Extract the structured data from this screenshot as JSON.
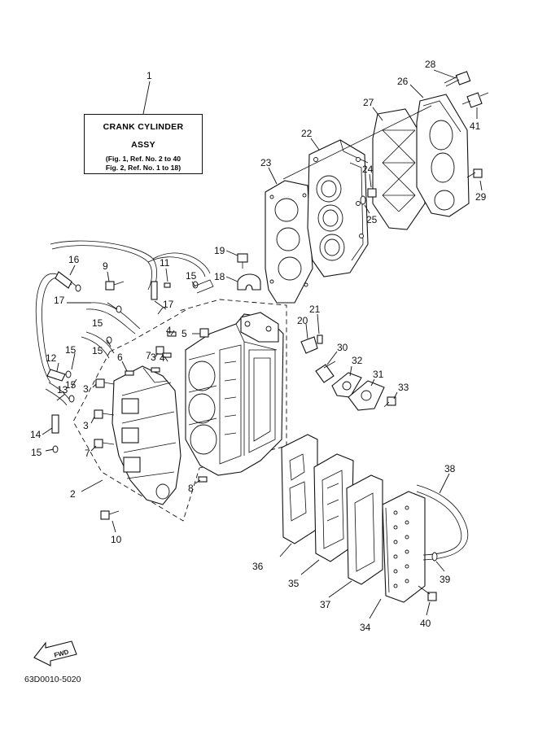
{
  "label_box": {
    "title_line1": "CRANK CYLINDER",
    "title_line2": "ASSY",
    "ref_line1": "(Fig. 1, Ref. No. 2 to 40",
    "ref_line2": "Fig. 2, Ref. No. 1 to 18)"
  },
  "diagram_code": "63D0010-5020",
  "fwd_label": "FWD",
  "callouts": {
    "c1": "1",
    "c2": "2",
    "c3a": "3",
    "c3b": "3",
    "c3c": "3",
    "c4a": "4",
    "c4b": "4",
    "c5": "5",
    "c6": "6",
    "c7a": "7",
    "c7b": "7",
    "c8": "8",
    "c9": "9",
    "c10": "10",
    "c11": "11",
    "c12": "12",
    "c13": "13",
    "c14": "14",
    "c15a": "15",
    "c15b": "15",
    "c15c": "15",
    "c15d": "15",
    "c15e": "15",
    "c15f": "15",
    "c16": "16",
    "c17a": "17",
    "c17b": "17",
    "c18": "18",
    "c19": "19",
    "c20": "20",
    "c21": "21",
    "c22": "22",
    "c23": "23",
    "c24": "24",
    "c25": "25",
    "c26": "26",
    "c27": "27",
    "c28": "28",
    "c29": "29",
    "c30": "30",
    "c31": "31",
    "c32": "32",
    "c33": "33",
    "c34": "34",
    "c35": "35",
    "c36": "36",
    "c37": "37",
    "c38": "38",
    "c39": "39",
    "c40": "40",
    "c41": "41"
  }
}
